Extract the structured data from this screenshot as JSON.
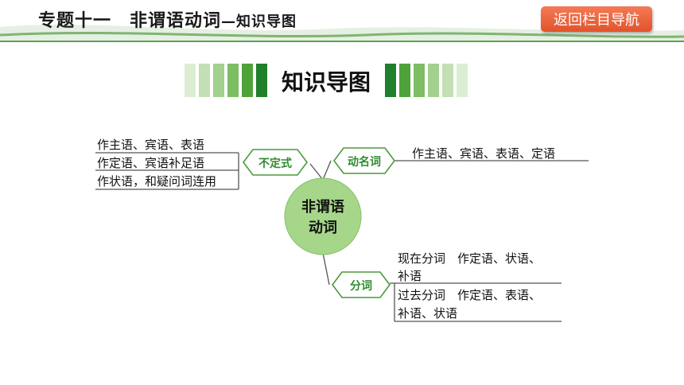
{
  "header": {
    "title_main": "专题十一　非谓语动词",
    "title_sub": "—知识导图",
    "nav_button_label": "返回栏目导航"
  },
  "banner": {
    "text": "知识导图"
  },
  "mindmap": {
    "center": "非谓语动词",
    "infinitive": {
      "label": "不定式",
      "items": [
        "作主语、宾语、表语",
        "作定语、宾语补足语",
        "作状语，和疑问词连用"
      ]
    },
    "gerund": {
      "label": "动名词",
      "items": [
        "作主语、宾语、表语、定语"
      ]
    },
    "participle": {
      "label": "分词",
      "present_line1": "现在分词　作定语、状语、",
      "present_line2": "补语",
      "past_line1": "过去分词　作定语、表语、",
      "past_line2": "补语、状语"
    }
  },
  "colors": {
    "accent_green": "#2e8b2e",
    "button_orange": "#e85c34",
    "circle_fill": "#a6d68a"
  }
}
